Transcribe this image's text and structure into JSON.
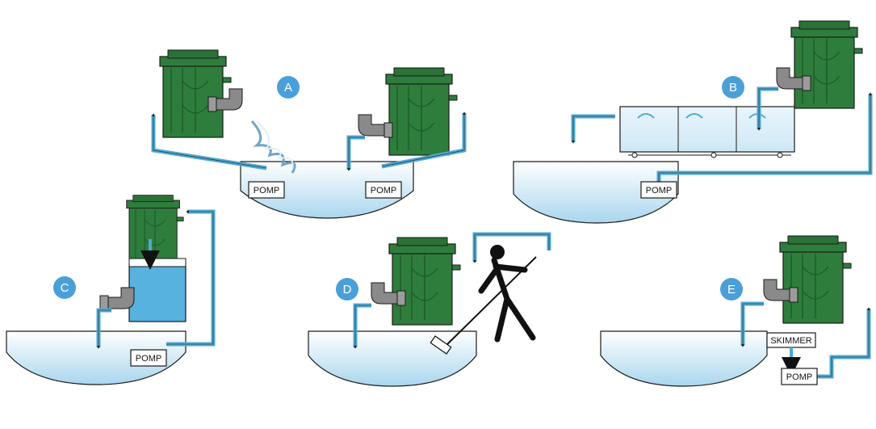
{
  "colors": {
    "filter_green": "#2e7d3c",
    "filter_dark": "#1d5a2a",
    "water_top": "#ffffff",
    "water_bottom": "#a9d6ee",
    "pipe_blue": "#4fa9d3",
    "pipe_outline": "#1a1a1a",
    "badge_blue": "#4a9fd8",
    "connector_gray": "#8a8a8a"
  },
  "icons": [
    "filter-unit-icon",
    "pump-box",
    "arrowhead-icon",
    "person-cleaning-icon",
    "skimmer-box"
  ],
  "panels": {
    "a": {
      "badge": "A",
      "pump_label": "POMP"
    },
    "b": {
      "badge": "B",
      "pump_label": "POMP"
    },
    "c": {
      "badge": "C",
      "pump_label": "POMP"
    },
    "d": {
      "badge": "D"
    },
    "e": {
      "badge": "E",
      "skimmer_label": "SKIMMER",
      "pump_label": "POMP"
    }
  }
}
